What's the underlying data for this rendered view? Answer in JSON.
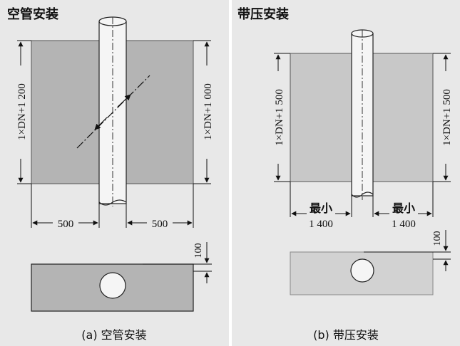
{
  "panel_a": {
    "title": "空管安装",
    "dim_left": "1×DN+1 200",
    "dim_right": "1×DN+1 000",
    "dim_bottom_left": "500",
    "dim_bottom_right": "500",
    "dim_depth": "100",
    "caption": "(a) 空管安装"
  },
  "panel_b": {
    "title": "带压安装",
    "dim_left": "1×DN+1 500",
    "dim_right": "1×DN+1 500",
    "min_label_left": "最小",
    "min_value_left": "1 400",
    "min_label_right": "最小",
    "min_value_right": "1 400",
    "dim_depth": "100",
    "caption": "(b) 带压安装"
  },
  "colors": {
    "background": "#e8e8e8",
    "pit_fill": "#b4b4b4",
    "pit_fill_light": "#c8c8c8",
    "pipe_fill": "#f5f5f5",
    "line": "#111111"
  }
}
